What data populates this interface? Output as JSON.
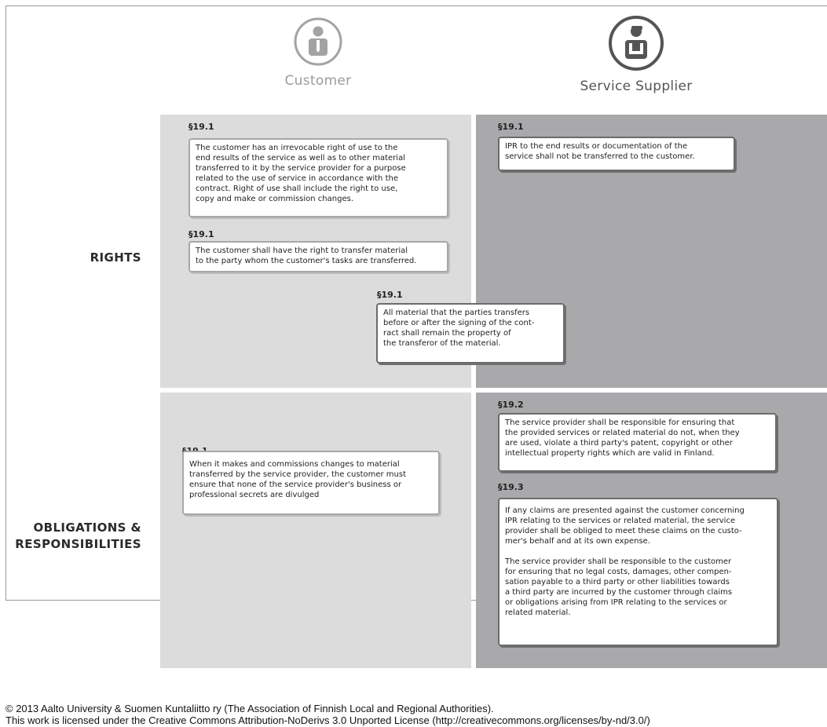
{
  "personas": {
    "customer": {
      "label": "Customer"
    },
    "supplier": {
      "label": "Service Supplier"
    }
  },
  "rows": {
    "rights": "RIGHTS",
    "obligations": "OBLIGATIONS &\nRESPONSIBILITIES"
  },
  "clauses": [
    {
      "section": "§19.1",
      "text": "The customer has an irrevocable right of use to the\nend results of the service as well as to other material\ntransferred to it by the service provider for a purpose\nrelated to the use of service in accordance with the\ncontract. Right of use shall include the right to use,\ncopy and make or commission changes."
    },
    {
      "section": "§19.1",
      "text": "The customer shall have the right to transfer material\nto the party whom the customer's tasks are transferred."
    },
    {
      "section": "§19.1",
      "text": "All material that the parties transfers\nbefore or after the signing of the cont-\nract shall remain the property of\nthe transferor of the material."
    },
    {
      "section": "§19.1",
      "text": "IPR to the end results or documentation of the\nservice shall not be transferred to the customer."
    },
    {
      "section": "§19.1",
      "text": "When it makes and commissions changes to material\ntransferred by the service provider, the customer must\nensure that none of the service provider's business or\nprofessional secrets are divulged"
    },
    {
      "section": "§19.2",
      "text": "The service provider shall be responsible for ensuring that\nthe provided services or related material do not, when they\nare used, violate a third party's patent, copyright or other\nintellectual property rights which are valid in Finland."
    },
    {
      "section": "§19.3",
      "text": "If any claims are presented against the customer concerning\nIPR relating to the services or related material, the service\nprovider shall be obliged to meet these claims on the custo-\nmer's behalf and at its own expense.\n\nThe service provider shall be responsible to the customer\nfor ensuring that no legal costs, damages, other compen-\nsation payable to a third party or other liabilities towards\na third party are incurred by the customer through claims\nor obligations arising from IPR relating to the services or\nrelated material."
    }
  ],
  "footer": {
    "line1": "© 2013 Aalto University & Suomen Kuntaliitto ry (The Association of Finnish Local and Regional Authorities).",
    "line2": "This work is licensed under the Creative Commons Attribution-NoDerivs 3.0 Unported License (http://creativecommons.org/licenses/by-nd/3.0/)"
  }
}
